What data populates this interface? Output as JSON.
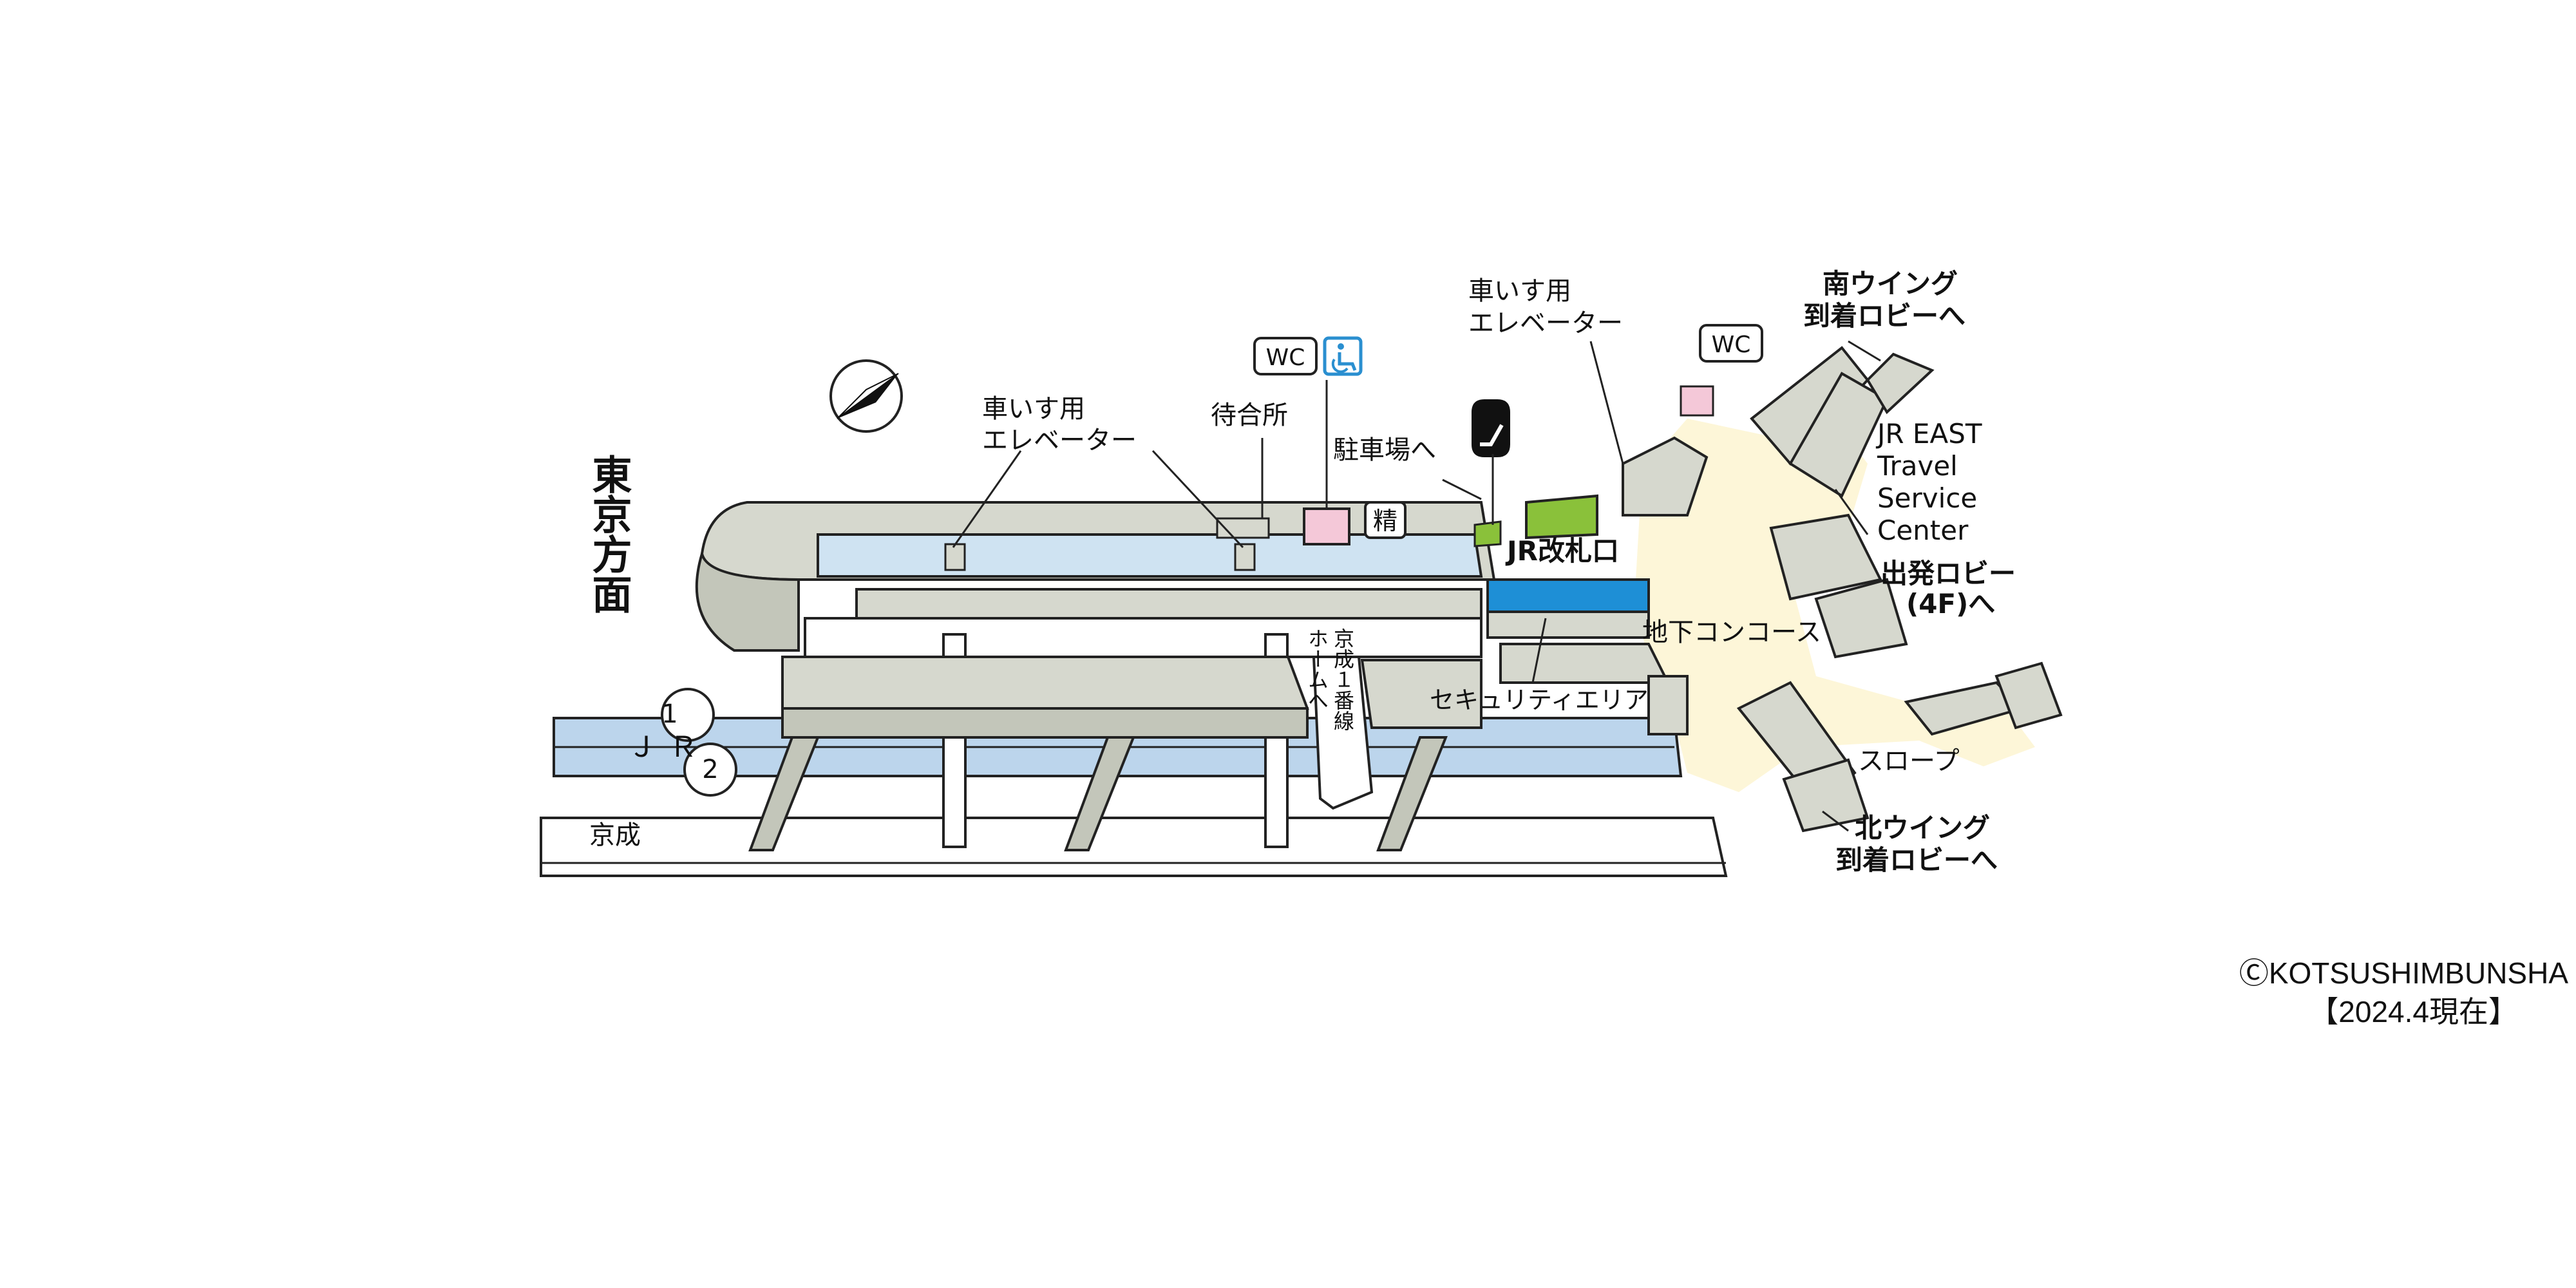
{
  "direction_label": "東京方面",
  "rail_lines": {
    "jr": "ＪＲ",
    "keisei": "京成",
    "track_1": "1",
    "track_2": "2"
  },
  "labels": {
    "wheelchair_elevator_1": [
      "車いす用",
      "エレベーター"
    ],
    "wheelchair_elevator_2": [
      "車いす用",
      "エレベーター"
    ],
    "waiting_room": "待合所",
    "wc_1": "WC",
    "wc_2": "WC",
    "parking": "駐車場へ",
    "fare_adjust": "精",
    "jr_gate": "JR改札口",
    "south_wing": [
      "南ウイング",
      "到着ロビーへ"
    ],
    "north_wing": [
      "北ウイング",
      "到着ロビーへ"
    ],
    "travel_center": [
      "JR EAST",
      "Travel",
      "Service",
      "Center"
    ],
    "departure_lobby": [
      "出発ロビー",
      "(4F)へ"
    ],
    "underground_concourse": "地下コンコース",
    "security_area": "セキュリティエリア",
    "slope": "スロープ",
    "keisei_platform": [
      "京成１番線",
      "ホームへ"
    ]
  },
  "icons": [
    "compass-icon",
    "wheelchair-icon",
    "escalator-icon",
    "restroom-icon"
  ],
  "colors": {
    "platform_gray": "#d6d8ce",
    "platform_edge": "#b9bcb0",
    "light_blue": "#cfe3f2",
    "jr_track_blue": "#bcd5ec",
    "security_blue": "#1e8fd6",
    "gate_green": "#8ac13a",
    "concourse_yellow": "#fdf6d8",
    "wc_pink": "#f4c8d8",
    "accessibility_blue": "#2a8fd0"
  },
  "credit": {
    "copyright": "ⒸKOTSUSHIMBUNSHA",
    "as_of": "【2024.4現在】"
  }
}
